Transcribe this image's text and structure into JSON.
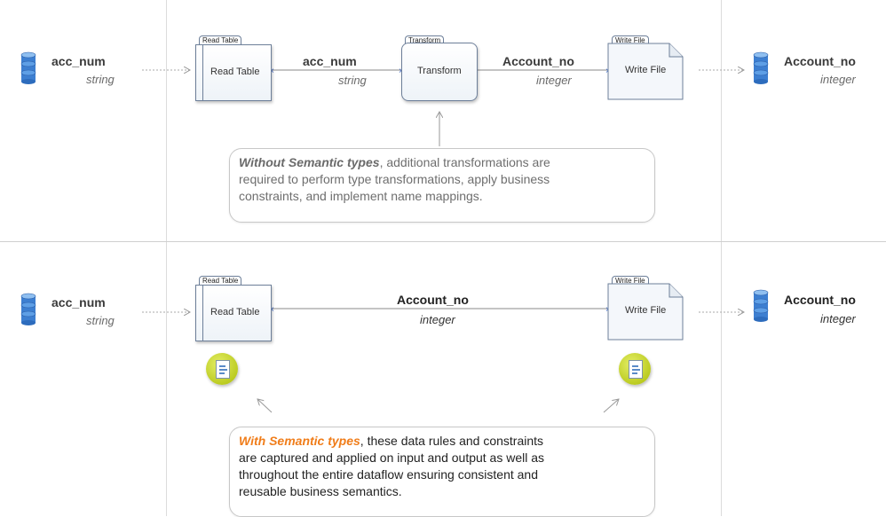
{
  "top": {
    "source": {
      "name": "acc_num",
      "type": "string"
    },
    "target": {
      "name": "Account_no",
      "type": "integer"
    },
    "boxes": [
      {
        "tab": "Read Table",
        "label": "Read Table"
      },
      {
        "tab": "Transform",
        "label": "Transform"
      },
      {
        "tab": "Write File",
        "label": "Write File"
      }
    ],
    "edges": [
      {
        "name": "acc_num",
        "type": "string"
      },
      {
        "name": "Account_no",
        "type": "integer"
      }
    ],
    "callout": {
      "emphasis": "Without Semantic types",
      "text_line1": ", additional transformations are",
      "text_line2": "required to perform type transformations, apply business",
      "text_line3": "constraints, and implement name mappings."
    }
  },
  "bottom": {
    "source": {
      "name": "acc_num",
      "type": "string"
    },
    "target": {
      "name": "Account_no",
      "type": "integer"
    },
    "boxes": [
      {
        "tab": "Read Table",
        "label": "Read Table"
      },
      {
        "tab": "Write File",
        "label": "Write File"
      }
    ],
    "edge": {
      "name": "Account_no",
      "type": "integer"
    },
    "callout": {
      "emphasis": "With Semantic types",
      "text_line1": ", these data rules and constraints",
      "text_line2": "are captured and applied on input and output as well as",
      "text_line3": "throughout the entire dataflow ensuring consistent and",
      "text_line4": "reusable business semantics."
    }
  }
}
